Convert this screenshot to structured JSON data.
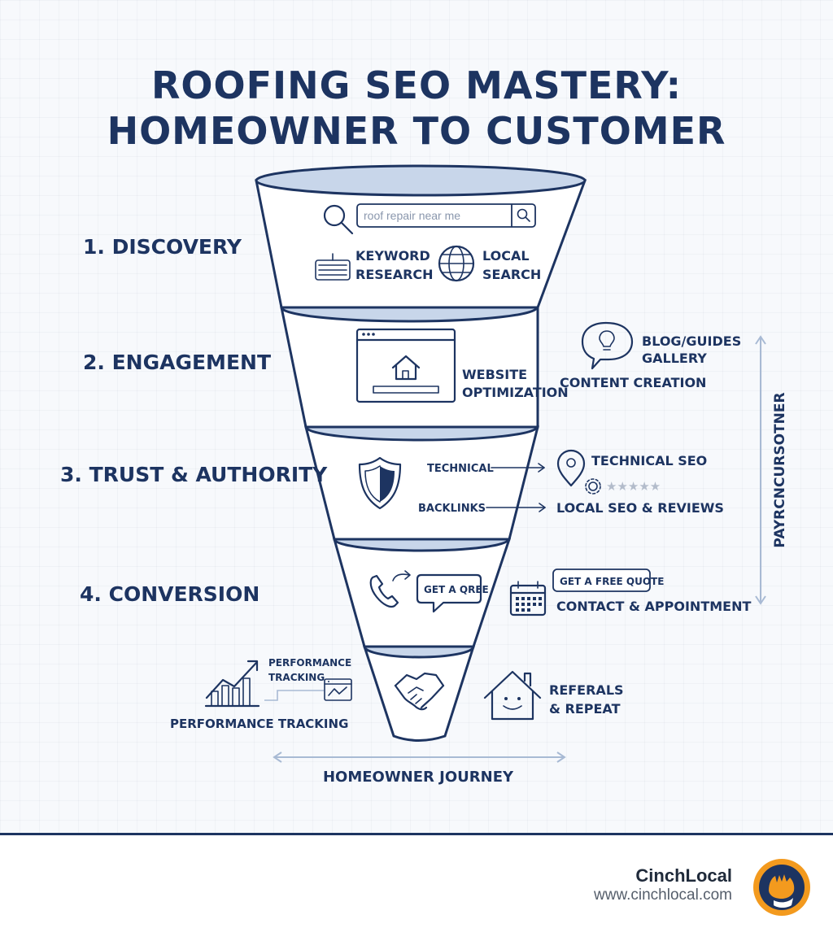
{
  "title": {
    "line1": "ROOFING SEO MASTERY:",
    "line2": "HOMEOWNER TO CUSTOMER"
  },
  "stages": [
    {
      "label": "1. DISCOVERY"
    },
    {
      "label": "2. ENGAGEMENT"
    },
    {
      "label": "3. TRUST & AUTHORITY"
    },
    {
      "label": "4. CONVERSION"
    }
  ],
  "discovery": {
    "search_placeholder": "roof repair near me",
    "keyword_line1": "KEYWORD",
    "keyword_line2": "RESEARCH",
    "local_line1": "LOCAL",
    "local_line2": "SEARCH"
  },
  "engagement": {
    "website_line1": "WEBSITE",
    "website_line2": "OPTIMIZATION",
    "blog_line1": "BLOG/GUIDES",
    "blog_line2": "GALLERY",
    "content_creation": "CONTENT CREATION"
  },
  "trust": {
    "technical": "TECHNICAL",
    "backlinks": "BACKLINKS",
    "technical_seo": "TECHNICAL SEO",
    "local_reviews": "LOCAL SEO & REVIEWS",
    "stars": "★★★★★"
  },
  "conversion": {
    "bubble": "GET A QREE",
    "quote_button": "GET A FREE QUOTE",
    "contact": "CONTACT & APPOINTMENT"
  },
  "retention": {
    "perf_small_line1": "PERFORMANCE",
    "perf_small_line2": "TRACKING",
    "perf_main": "PERFORMANCE TRACKING",
    "referrals_line1": "REFERALS",
    "referrals_line2": "& REPEAT"
  },
  "axes": {
    "horizontal": "HOMEOWNER JOURNEY",
    "vertical": "PAYRCNCURSOTNER"
  },
  "footer": {
    "brand": "CinchLocal",
    "url": "www.cinchlocal.com"
  },
  "colors": {
    "navy": "#1d3461",
    "rim": "#c8d6ea",
    "accent": "#f39a1e"
  }
}
